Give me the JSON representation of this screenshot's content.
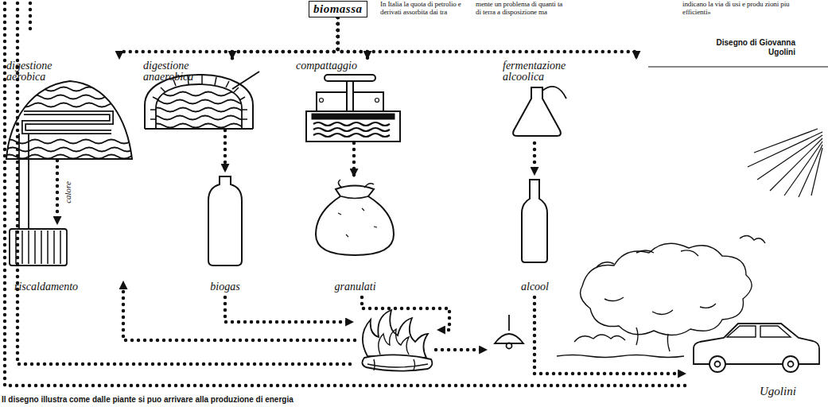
{
  "diagram": {
    "caption": "Il disegno illustra come dalle piante si puo arrivare alla produzione di energia",
    "nodes": [
      {
        "text": [
          "biomassa"
        ]
      },
      {
        "text": [
          "digestione aerobica"
        ]
      },
      {
        "text": [
          "digestione anaerobica"
        ]
      },
      {
        "text": [
          "compattaggio"
        ]
      },
      {
        "text": [
          "fermentazione alcoolica"
        ]
      },
      {
        "text": [
          "riscaldamento"
        ]
      },
      {
        "text": [
          "biogas"
        ]
      },
      {
        "text": [
          "granulati"
        ]
      },
      {
        "text": [
          "alcool"
        ]
      }
    ],
    "edges": [
      {
        "from": 0,
        "to": 1,
        "arrow": "to"
      },
      {
        "from": 0,
        "to": 2,
        "arrow": "to"
      },
      {
        "from": 0,
        "to": 3,
        "arrow": "to"
      },
      {
        "from": 0,
        "to": 4,
        "arrow": "to"
      },
      {
        "from": 1,
        "to": 5,
        "arrow": "to",
        "label": "calore"
      },
      {
        "from": 2,
        "to": 6,
        "arrow": "to"
      },
      {
        "from": 3,
        "to": 7,
        "arrow": "to"
      },
      {
        "from": 4,
        "to": 8,
        "arrow": "to"
      }
    ],
    "labels": [
      "In Italia la quota di petrolio e derivati assorbita dai tra",
      "mente un problema di quanti ta di terra a disposizione ma",
      "indicano la via di usi e produ zioni piu efficienti»",
      "Disegno di Giovanna Ugolini",
      "Ugolini"
    ]
  }
}
